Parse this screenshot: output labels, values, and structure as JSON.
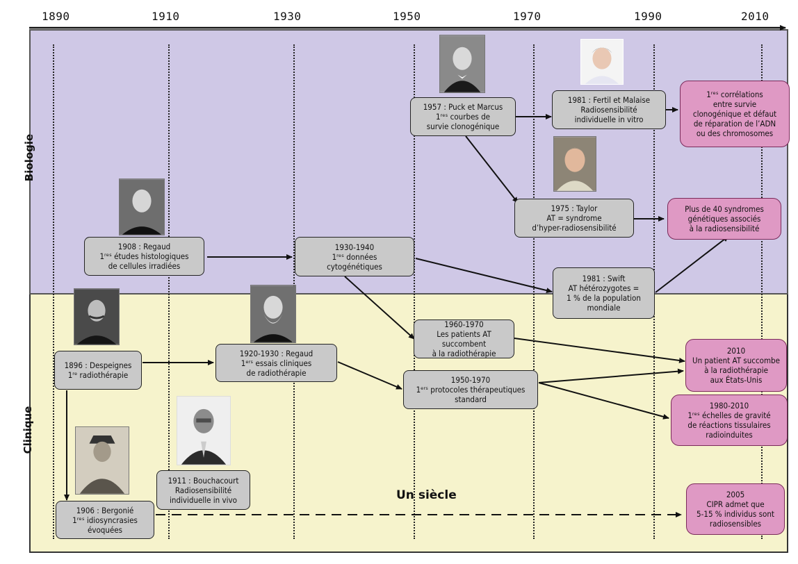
{
  "axis": {
    "years": [
      "1890",
      "1910",
      "1930",
      "1950",
      "1970",
      "1990",
      "2010"
    ]
  },
  "bands": {
    "biology": "Biologie",
    "clinic": "Clinique"
  },
  "center_label": "Un siècle",
  "boxes": {
    "puck": [
      "1957 : Puck et Marcus",
      "1ʳᵉˢ courbes de",
      "survie clonogénique"
    ],
    "fertil": [
      "1981 : Fertil et Malaise",
      "Radiosensibilité",
      "individuelle in vitro"
    ],
    "correlations": [
      "1ʳᵉˢ corrélations",
      "entre survie",
      "clonogénique et défaut",
      "de réparation de l’ADN",
      "ou des chromosomes"
    ],
    "taylor": [
      "1975 : Taylor",
      "AT = syndrome",
      "d’hyper-radiosensibilité"
    ],
    "syndromes": [
      "Plus de 40 syndromes",
      "génétiques associés",
      "à la radiosensibilité"
    ],
    "regaud1908": [
      "1908 : Regaud",
      "1ʳᵉˢ études histologiques",
      "de cellules irradiées"
    ],
    "cyto": [
      "1930-1940",
      "1ʳᵉˢ données",
      "cytogénétiques"
    ],
    "swift": [
      "1981 : Swift",
      "AT hétérozygotes =",
      "1 % de la population",
      "mondiale"
    ],
    "patients": [
      "1960-1970",
      "Les patients AT succombent",
      "à la radiothérapie"
    ],
    "despeignes": [
      "1896 : Despeignes",
      "1ʳᵉ radiothérapie"
    ],
    "regaud1920": [
      "1920-1930 : Regaud",
      "1ᵉʳˢ essais cliniques",
      "de radiothérapie"
    ],
    "protocoles": [
      "1950-1970",
      "1ᵉʳˢ protocoles thérapeutiques",
      "standard"
    ],
    "us2010": [
      "2010",
      "Un patient AT succombe",
      "à la radiothérapie",
      "aux États-Unis"
    ],
    "echelles": [
      "1980-2010",
      "1ʳᵉˢ échelles de gravité",
      "de réactions tissulaires",
      "radioinduites"
    ],
    "bouchacourt": [
      "1911 : Bouchacourt",
      "Radiosensibilité",
      "individuelle  in vivo"
    ],
    "bergonie": [
      "1906 : Bergonié",
      "1ʳᵉˢ idiosyncrasies",
      "évoquées"
    ],
    "cipr": [
      "2005",
      "CIPR admet que",
      "5-15 % individus sont",
      "radiosensibles"
    ]
  },
  "colors": {
    "biology_band": "#cfc8e6",
    "clinic_band": "#f6f3cc",
    "gray_box": "#c9c9c9",
    "pink_box": "#df99c4"
  }
}
